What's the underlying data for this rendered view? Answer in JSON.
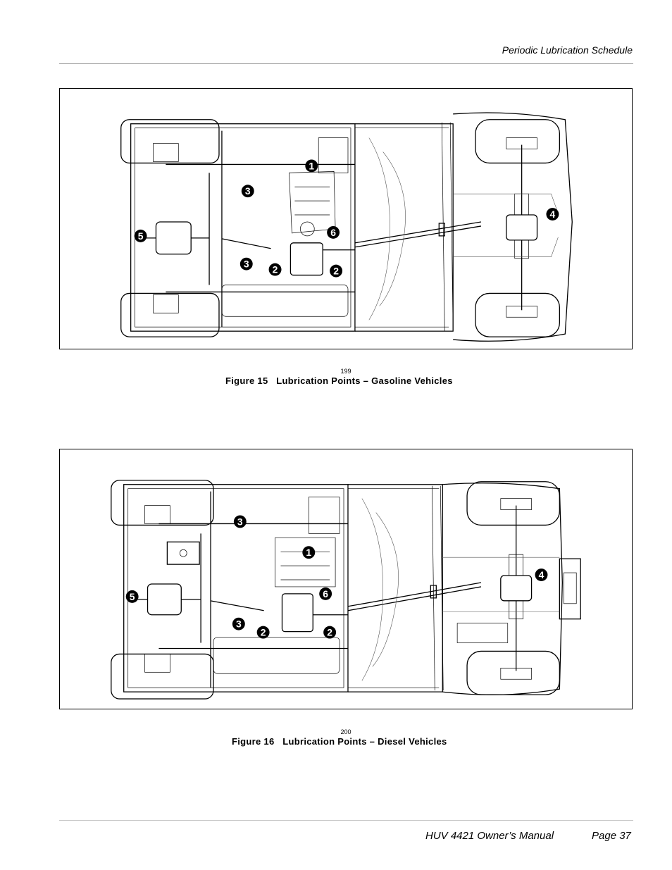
{
  "header": {
    "section_title": "Periodic Lubrication Schedule"
  },
  "figures": [
    {
      "ref": "199",
      "caption": "Figure 15   Lubrication Points – Gasoline Vehicles",
      "callouts": [
        "1",
        "2",
        "2",
        "3",
        "3",
        "4",
        "5",
        "6"
      ]
    },
    {
      "ref": "200",
      "caption": "Figure 16   Lubrication Points – Diesel Vehicles",
      "callouts": [
        "1",
        "2",
        "2",
        "3",
        "3",
        "4",
        "5",
        "6"
      ]
    }
  ],
  "footer": {
    "manual_title": "HUV 4421 Owner’s Manual",
    "page": "Page 37"
  }
}
